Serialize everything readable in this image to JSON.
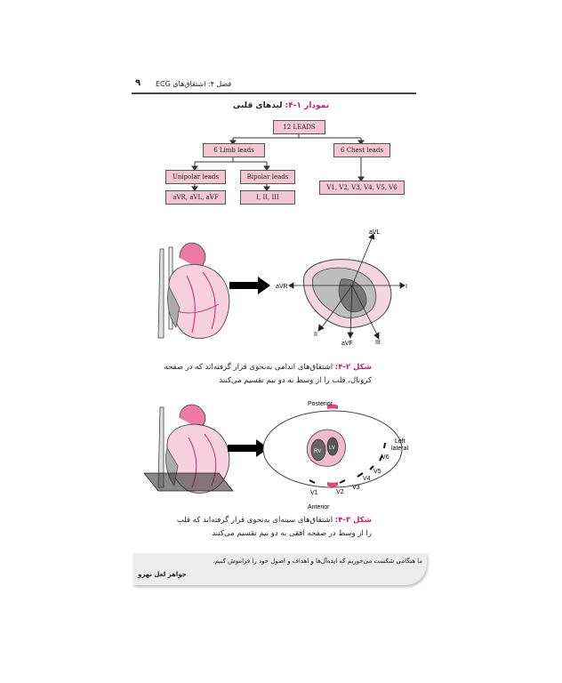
{
  "header": {
    "page_number": "۹",
    "chapter": "فصل ۴: اشتقاق‌های ECG"
  },
  "diagram": {
    "title_num": "نمودار ۱-۴:",
    "title_text": " لیدهای قلبی",
    "root": "12 LEADS",
    "limb": "6 Limb leads",
    "chest": "6 Chest leads",
    "unipolar": "Unipolar leads",
    "bipolar": "Bipolar leads",
    "unipolar_leads": "aVR, aVL, aVF",
    "bipolar_leads": "I, II, III",
    "chest_leads": "V1, V2, V3, V4, V5, V6"
  },
  "figure2": {
    "labels": {
      "avl": "aVL",
      "avr": "aVR",
      "i": "I",
      "ii": "II",
      "iii": "III",
      "avf": "aVF"
    },
    "caption_label": "شکل ۲-۴:",
    "caption_line1": " اشتقاق‌های اندامی به‌نحوی قرار گرفته‌اند که در صفحه",
    "caption_line2": "کرونال، قلب را از وسط به دو نیم تقسیم می‌کنند"
  },
  "figure3": {
    "labels": {
      "posterior": "Posterior",
      "anterior": "Anterior",
      "left_lateral_1": "Left",
      "left_lateral_2": "lateral",
      "v1": "V1",
      "v2": "V2",
      "v3": "V3",
      "v4": "V4",
      "v5": "V5",
      "v6": "V6",
      "rv": "RV",
      "lv": "LV"
    },
    "caption_label": "شکل ۳-۴:",
    "caption_line1": " اشتقاق‌های سینه‌ای به‌نحوی قرار گرفته‌اند که قلب",
    "caption_line2": "را از وسط در صفحه افقی به دو نیم تقسیم می‌کنند"
  },
  "quote": {
    "text": "ما هنگامی شکست می‌خوریم که ایده‌آل‌ها و اهداف و اصول خود را فراموش کنیم.",
    "author": "جواهر لعل نهرو"
  },
  "colors": {
    "accent": "#c0236b",
    "box_fill": "#f3c6d4"
  }
}
